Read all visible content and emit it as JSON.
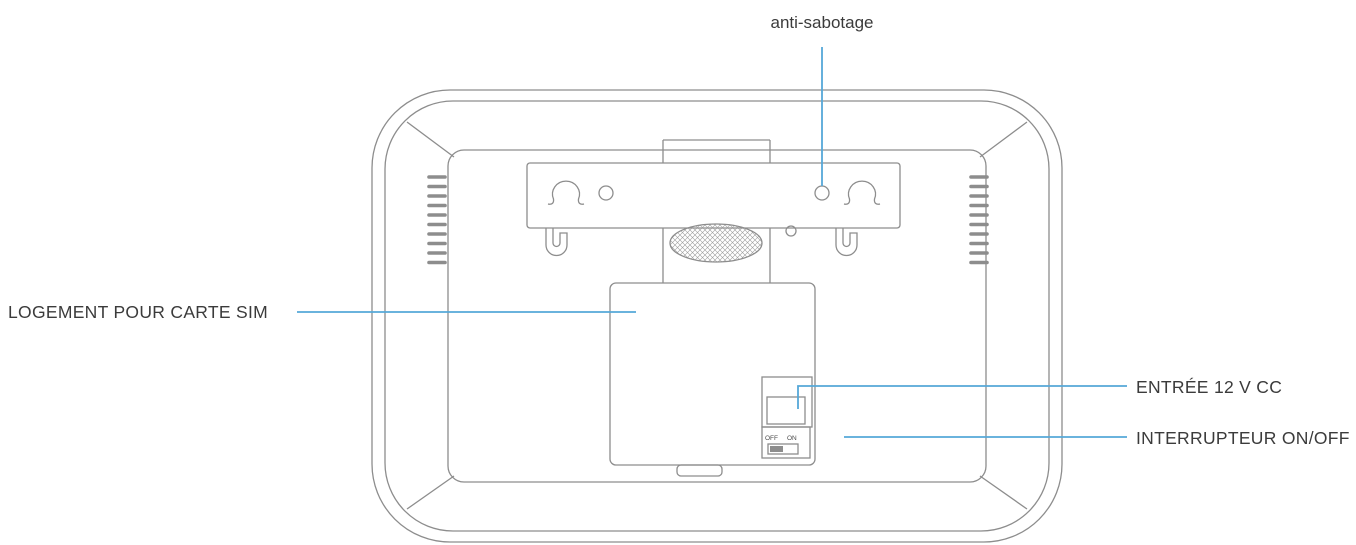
{
  "diagram": {
    "subject": "device-rear-view",
    "labels": {
      "anti_sabotage": "anti-sabotage",
      "sim_slot": "LOGEMENT POUR CARTE SIM",
      "dc_input": "ENTRÉE 12 V CC",
      "power_switch": "INTERRUPTEUR ON/OFF"
    },
    "device": {
      "switch_off": "OFF",
      "switch_on": "ON"
    },
    "colors": {
      "leader_line": "#55a8d8",
      "device_outline": "#8d8d8d",
      "label_text": "#3b3b3b",
      "background": "#ffffff"
    }
  }
}
